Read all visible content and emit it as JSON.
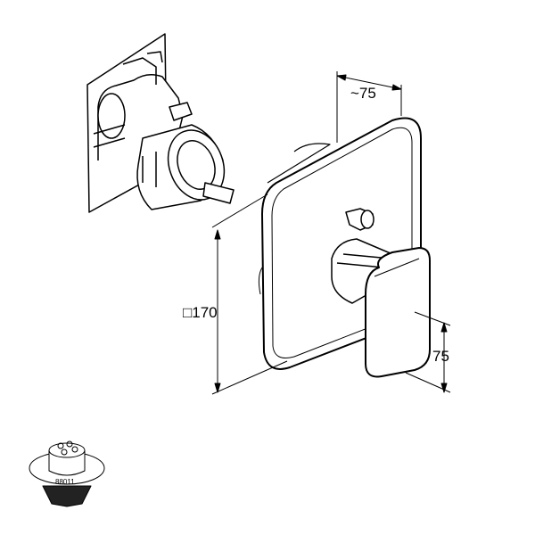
{
  "dimensions": {
    "depth": "~75",
    "square": "□170",
    "handle_height": "75"
  },
  "part_number": "88011"
}
